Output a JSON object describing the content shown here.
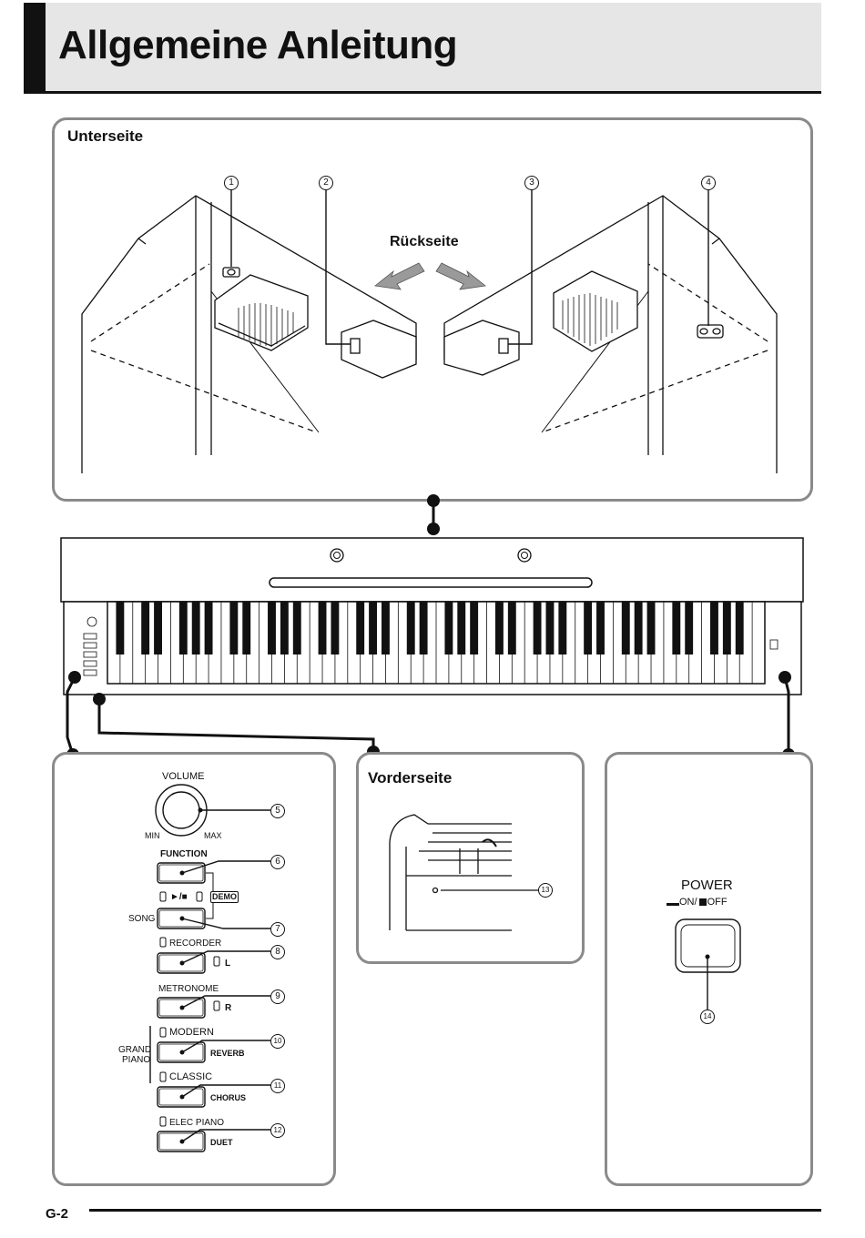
{
  "page": {
    "title": "Allgemeine Anleitung",
    "page_number": "G-2"
  },
  "bottom_panel": {
    "title": "Unterseite",
    "rear_label": "Rückseite",
    "callouts": [
      "1",
      "2",
      "3",
      "4"
    ]
  },
  "controls": {
    "volume": "VOLUME",
    "min": "MIN",
    "max": "MAX",
    "function": "FUNCTION",
    "play_stop": "►/■",
    "demo": "DEMO",
    "song": "SONG",
    "recorder": "RECORDER",
    "l": "L",
    "metronome": "METRONOME",
    "r": "R",
    "grand_piano_1": "GRAND",
    "grand_piano_2": "PIANO",
    "modern": "MODERN",
    "reverb": "REVERB",
    "classic": "CLASSIC",
    "chorus": "CHORUS",
    "elec_piano": "ELEC PIANO",
    "duet": "DUET",
    "callouts": [
      "5",
      "6",
      "7",
      "8",
      "9",
      "10",
      "11",
      "12"
    ]
  },
  "front_panel": {
    "title": "Vorderseite",
    "callout": "13"
  },
  "power_panel": {
    "power": "POWER",
    "on": "ON",
    "off": "OFF",
    "callout": "14"
  }
}
